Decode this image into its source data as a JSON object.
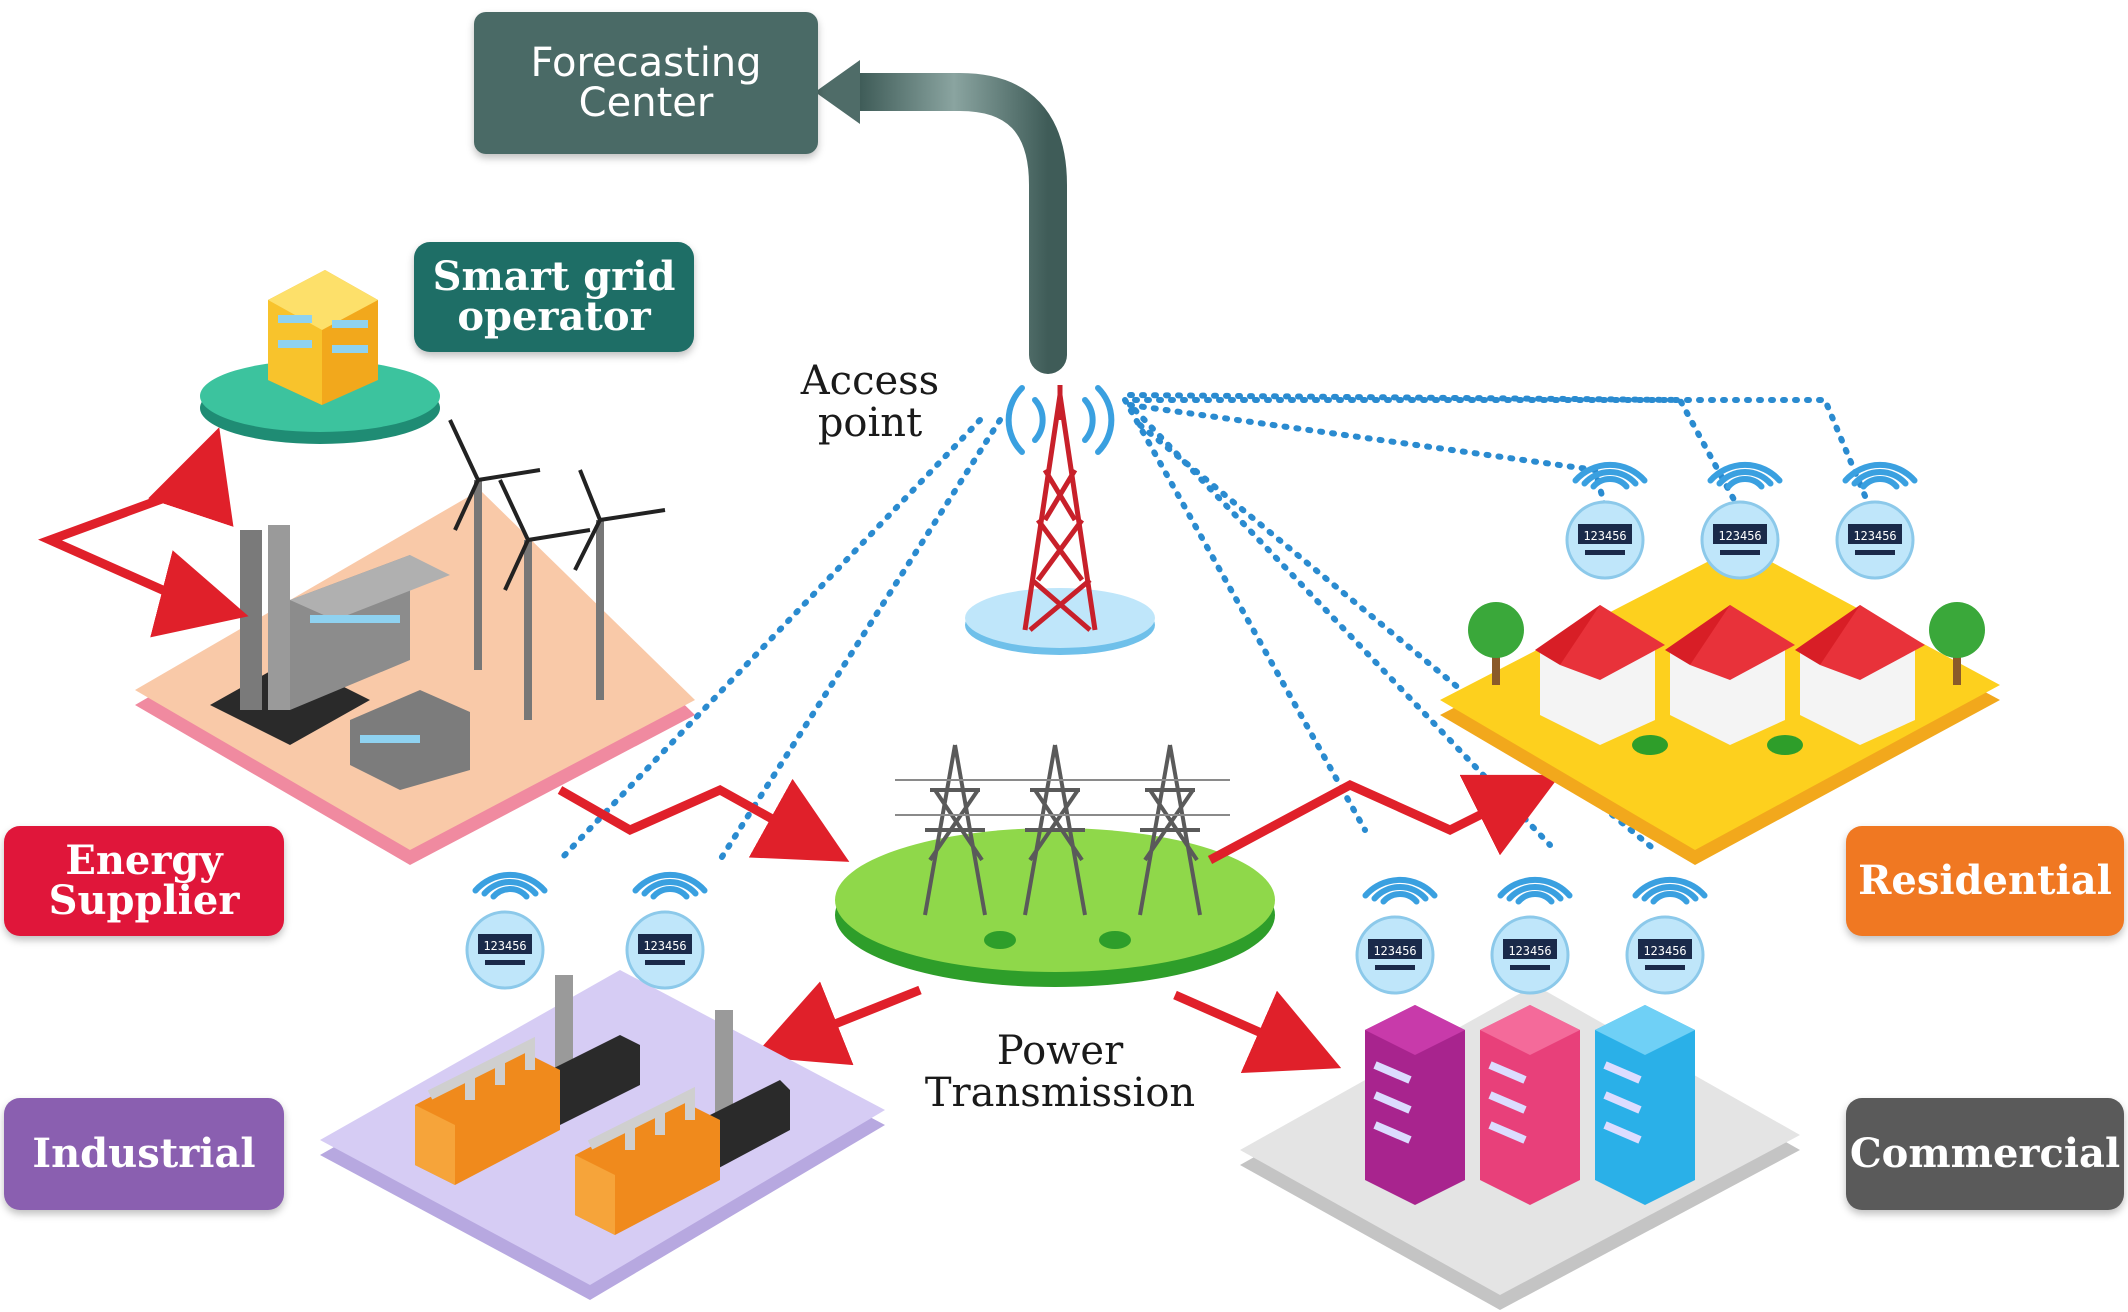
{
  "labels": {
    "forecasting": {
      "text": "Forecasting\nCenter",
      "color": "#4a6a66"
    },
    "operator": {
      "text": "Smart grid\noperator",
      "color": "#1e6e66"
    },
    "supplier": {
      "text": "Energy\nSupplier",
      "color": "#e0163a"
    },
    "residential": {
      "text": "Residential",
      "color": "#f07822"
    },
    "industrial": {
      "text": "Industrial",
      "color": "#8a5fb0"
    },
    "commercial": {
      "text": "Commercial",
      "color": "#5a5a5a"
    }
  },
  "captions": {
    "access_point": "Access\npoint",
    "power_transmission": "Power\nTransmission"
  },
  "meter_reading": "123456",
  "colors": {
    "flow_arrow": "#e0202a",
    "wireless_link": "#2a8bd0",
    "tower": "#c8202a",
    "wifi": "#3aa0e0"
  },
  "icons": [
    "building-icon",
    "factory-icon",
    "wind-turbine-icon",
    "tower-icon",
    "pylon-icon",
    "house-icon",
    "tree-icon",
    "office-building-icon",
    "smart-meter-icon",
    "wifi-icon"
  ]
}
